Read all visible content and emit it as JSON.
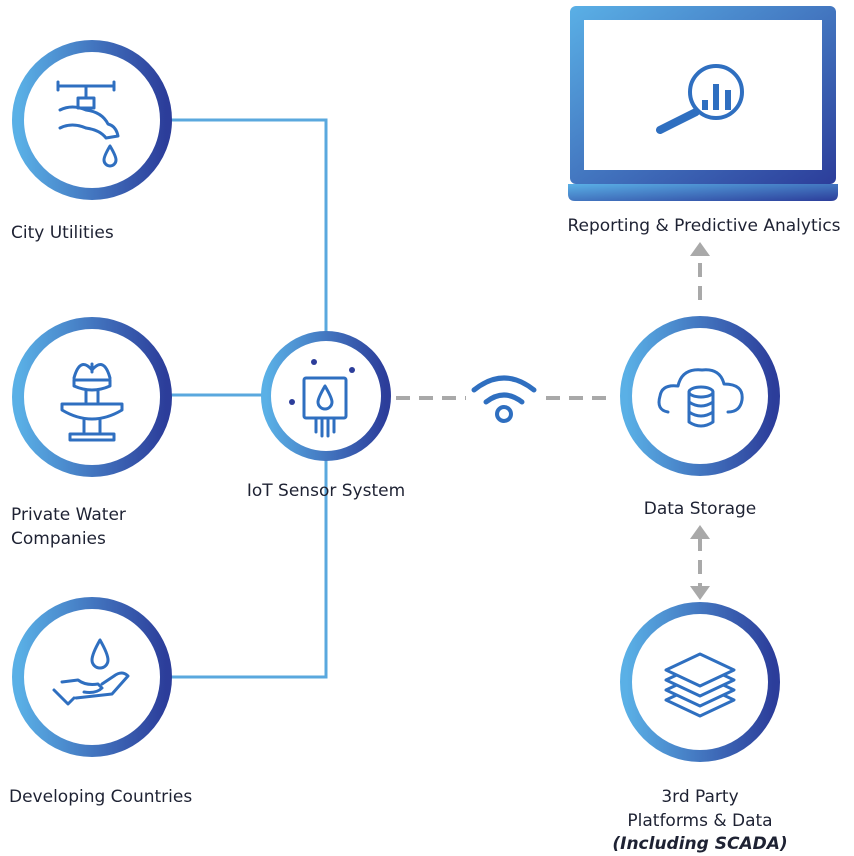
{
  "colors": {
    "gradient_light": "#5ab0e6",
    "gradient_dark": "#2c3d9a",
    "connector": "#5aa8de",
    "dashed": "#a9a9a9",
    "icon": "#2f6fc0",
    "screen_bg": "#ffffff"
  },
  "nodes": {
    "city_utilities": {
      "label": "City Utilities",
      "icon": "faucet-icon"
    },
    "private_water": {
      "label_line1": "Private Water",
      "label_line2": "Companies",
      "icon": "fountain-icon"
    },
    "developing": {
      "label": "Developing Countries",
      "icon": "hand-water-drop-icon"
    },
    "iot": {
      "label": "IoT Sensor System",
      "icon": "water-sensor-icon"
    },
    "wireless": {
      "icon": "wifi-icon"
    },
    "storage": {
      "label": "Data Storage",
      "icon": "cloud-database-icon"
    },
    "reporting": {
      "label": "Reporting & Predictive Analytics",
      "icon": "magnifier-chart-icon"
    },
    "third_party": {
      "label_line1": "3rd Party",
      "label_line2": "Platforms & Data",
      "note": "(Including SCADA)",
      "icon": "layers-icon"
    }
  }
}
